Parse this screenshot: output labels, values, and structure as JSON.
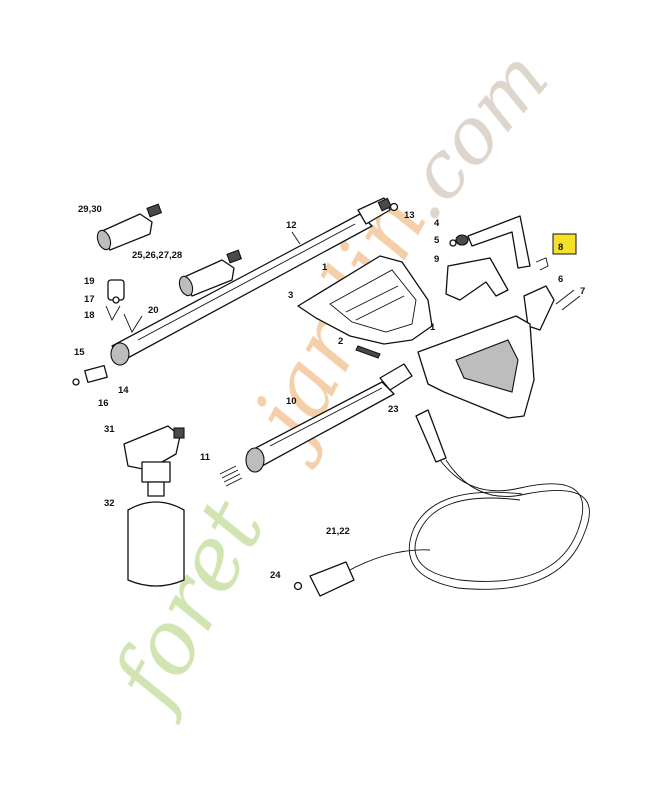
{
  "watermark": {
    "text_forest": "foret",
    "text_jardin": "jardin",
    "text_com": ".com",
    "color_green": "#c9e0a4",
    "color_orange": "#f4c79a",
    "color_grey": "#d9cfc4"
  },
  "highlight": {
    "label": "8",
    "color": "#f5e12a"
  },
  "labels": {
    "p29_30": "29,30",
    "p12": "12",
    "p13": "13",
    "p4": "4",
    "p5": "5",
    "p25_28": "25,26,27,28",
    "p1a": "1",
    "p9": "9",
    "p6": "6",
    "p7": "7",
    "p19": "19",
    "p17": "17",
    "p18": "18",
    "p20": "20",
    "p3": "3",
    "p2": "2",
    "p1b": "1",
    "p15": "15",
    "p14": "14",
    "p16": "16",
    "p10": "10",
    "p23": "23",
    "p31": "31",
    "p11": "11",
    "p32": "32",
    "p21_22": "21,22",
    "p24": "24"
  }
}
